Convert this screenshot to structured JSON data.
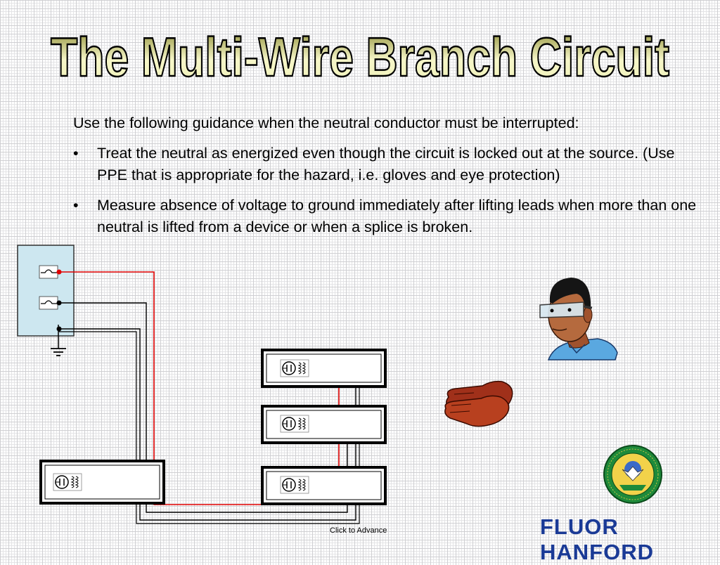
{
  "slide": {
    "title": "The Multi-Wire Branch Circuit",
    "intro": "Use the following guidance when the neutral conductor must be interrupted:",
    "bullets": [
      {
        "marker": "•",
        "text": "Treat the neutral as energized even though the circuit is locked out at the source. (Use PPE that is appropriate for the hazard, i.e. gloves and eye protection)"
      },
      {
        "marker": "•",
        "text": "Measure absence of voltage to ground immediately after lifting leads when more than one neutral is lifted from a device or when a splice is broken."
      }
    ],
    "footer": {
      "click_to_advance": "Click to Advance",
      "brand": "FLUOR HANFORD"
    }
  },
  "colors": {
    "title_fill_top": "#8a8a2a",
    "title_fill_bottom": "#f4f4c0",
    "hot_wire": "#e00000",
    "neutral_wire": "#000000",
    "panel_fill": "#cde7f0",
    "brand_blue": "#1a3a96"
  },
  "icons": [
    "breaker-icon",
    "ground-icon",
    "fixture-icon",
    "person-with-goggles-icon",
    "gloves-icon",
    "doe-seal-icon"
  ]
}
